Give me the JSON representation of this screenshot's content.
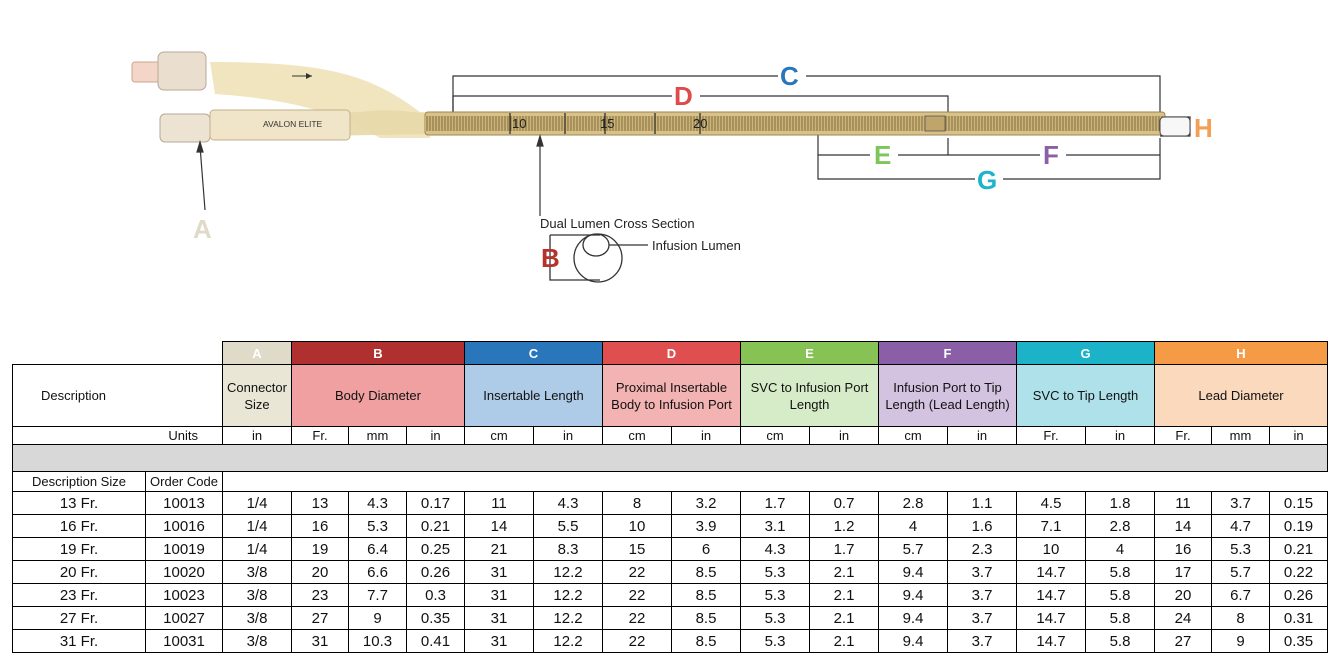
{
  "figure": {
    "brand": "AVALON ELITE",
    "cross_section_label": "Dual Lumen Cross Section",
    "infusion_lumen_label": "Infusion Lumen",
    "letters": {
      "A": "A",
      "B": "B",
      "C": "C",
      "D": "D",
      "E": "E",
      "F": "F",
      "G": "G",
      "H": "H"
    },
    "colors": {
      "A": "#e0dbc8",
      "B": "#b8322c",
      "C": "#2a76bb",
      "D": "#dd4b4b",
      "E": "#7cc65a",
      "F": "#8a5fa8",
      "G": "#1db3c9",
      "H": "#f2a055"
    },
    "tick_labels": [
      "10",
      "15",
      "20"
    ]
  },
  "table": {
    "letter_row": [
      "A",
      "B",
      "C",
      "D",
      "E",
      "F",
      "G",
      "H"
    ],
    "letter_colors": [
      "#e0dbc8",
      "#b0302f",
      "#2a76bb",
      "#df4f4f",
      "#86c254",
      "#8a5fa8",
      "#1cb3c9",
      "#f59a45"
    ],
    "desc_label": "Description",
    "desc_cells": [
      {
        "text": "Connector Size",
        "bg": "#e9e6d6"
      },
      {
        "text": "Body Diameter",
        "bg": "#f0a0a0"
      },
      {
        "text": "Insertable Length",
        "bg": "#aecbe7"
      },
      {
        "text": "Proximal Insertable Body to Infusion Port",
        "bg": "#f4b3b3"
      },
      {
        "text": "SVC to Infusion Port Length",
        "bg": "#d6ebc7"
      },
      {
        "text": "Infusion Port to Tip Length (Lead Length)",
        "bg": "#d3c2e0"
      },
      {
        "text": "SVC to Tip Length",
        "bg": "#aee1ea"
      },
      {
        "text": "Lead Diameter",
        "bg": "#fbd9bd"
      }
    ],
    "units_label": "Units",
    "units": [
      "in",
      "Fr.",
      "mm",
      "in",
      "cm",
      "in",
      "cm",
      "in",
      "cm",
      "in",
      "cm",
      "in",
      "Fr.",
      "in",
      "Fr.",
      "mm",
      "in"
    ],
    "col_headers": [
      "Description Size",
      "Order Code"
    ],
    "rows": [
      [
        "13 Fr.",
        "10013",
        "1/4",
        "13",
        "4.3",
        "0.17",
        "11",
        "4.3",
        "8",
        "3.2",
        "1.7",
        "0.7",
        "2.8",
        "1.1",
        "4.5",
        "1.8",
        "11",
        "3.7",
        "0.15"
      ],
      [
        "16 Fr.",
        "10016",
        "1/4",
        "16",
        "5.3",
        "0.21",
        "14",
        "5.5",
        "10",
        "3.9",
        "3.1",
        "1.2",
        "4",
        "1.6",
        "7.1",
        "2.8",
        "14",
        "4.7",
        "0.19"
      ],
      [
        "19 Fr.",
        "10019",
        "1/4",
        "19",
        "6.4",
        "0.25",
        "21",
        "8.3",
        "15",
        "6",
        "4.3",
        "1.7",
        "5.7",
        "2.3",
        "10",
        "4",
        "16",
        "5.3",
        "0.21"
      ],
      [
        "20 Fr.",
        "10020",
        "3/8",
        "20",
        "6.6",
        "0.26",
        "31",
        "12.2",
        "22",
        "8.5",
        "5.3",
        "2.1",
        "9.4",
        "3.7",
        "14.7",
        "5.8",
        "17",
        "5.7",
        "0.22"
      ],
      [
        "23 Fr.",
        "10023",
        "3/8",
        "23",
        "7.7",
        "0.3",
        "31",
        "12.2",
        "22",
        "8.5",
        "5.3",
        "2.1",
        "9.4",
        "3.7",
        "14.7",
        "5.8",
        "20",
        "6.7",
        "0.26"
      ],
      [
        "27 Fr.",
        "10027",
        "3/8",
        "27",
        "9",
        "0.35",
        "31",
        "12.2",
        "22",
        "8.5",
        "5.3",
        "2.1",
        "9.4",
        "3.7",
        "14.7",
        "5.8",
        "24",
        "8",
        "0.31"
      ],
      [
        "31 Fr.",
        "10031",
        "3/8",
        "31",
        "10.3",
        "0.41",
        "31",
        "12.2",
        "22",
        "8.5",
        "5.3",
        "2.1",
        "9.4",
        "3.7",
        "14.7",
        "5.8",
        "27",
        "9",
        "0.35"
      ]
    ]
  }
}
